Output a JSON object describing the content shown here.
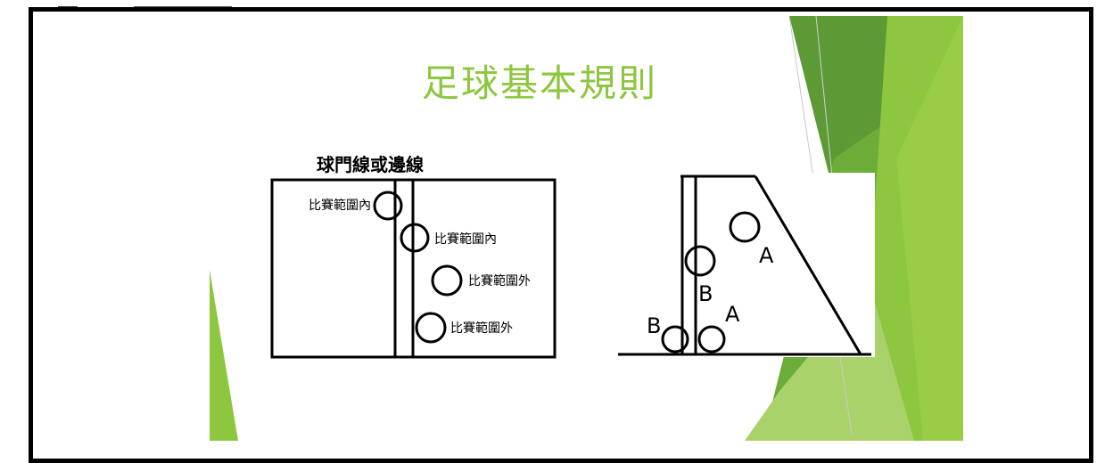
{
  "slide": {
    "title": "足球基本規則"
  },
  "left_diagram": {
    "heading": "球門線或邊線",
    "labels": [
      "比賽範圍內",
      "比賽範圍內",
      "比賽範圍外",
      "比賽範圍外"
    ]
  },
  "right_diagram": {
    "labels": [
      "A",
      "B",
      "A",
      "B"
    ]
  },
  "colors": {
    "title": "#8dc63f",
    "accent_light": "#9bc83f",
    "accent_mid": "#6aaa35",
    "accent_dark": "#4e8c2e"
  }
}
